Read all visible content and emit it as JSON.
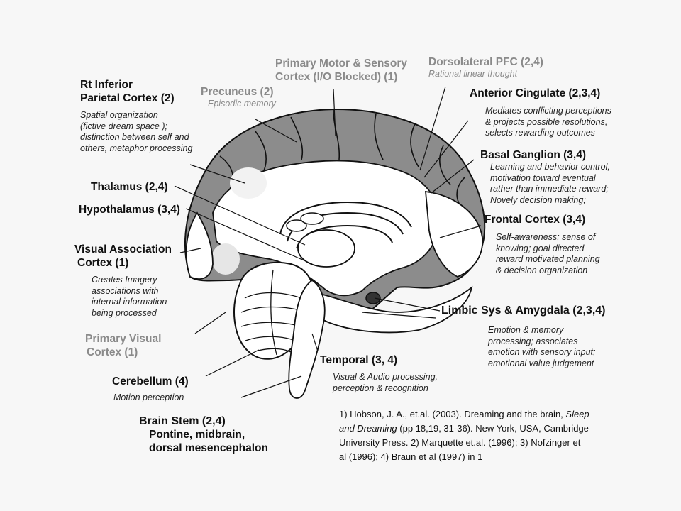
{
  "labels": {
    "rt_inferior": {
      "title_lines": [
        "Rt Inferior",
        "Parietal Cortex   (2)"
      ],
      "desc_lines": [
        "Spatial organization",
        "(fictive dream space );",
        "distinction between self and",
        "others, metaphor processing"
      ]
    },
    "precuneus": {
      "title": "Precuneus (2)",
      "desc": "Episodic memory"
    },
    "primary_motor": {
      "title_lines": [
        "Primary Motor & Sensory",
        "Cortex (I/O Blocked)  (1)"
      ]
    },
    "dorsolateral": {
      "title": "Dorsolateral PFC  (2,4)",
      "desc": "Rational linear thought"
    },
    "anterior_cingulate": {
      "title": "Anterior Cingulate (2,3,4)",
      "desc_lines": [
        "Mediates conflicting perceptions",
        "& projects possible resolutions,",
        "selects rewarding outcomes"
      ]
    },
    "basal_ganglion": {
      "title": "Basal Ganglion (3,4)",
      "desc_lines": [
        "Learning  and behavior control,",
        "motivation toward eventual",
        "rather than immediate reward;",
        "Novely decision making;"
      ]
    },
    "thalamus": {
      "title": "Thalamus (2,4)"
    },
    "hypothalamus": {
      "title": "Hypothalamus  (3,4)"
    },
    "frontal_cortex": {
      "title": "Frontal Cortex  (3,4)",
      "desc_lines": [
        "Self-awareness; sense of",
        "knowing; goal directed",
        "reward motivated planning",
        "& decision  organization"
      ]
    },
    "visual_association": {
      "title_lines": [
        "Visual Association",
        "Cortex  (1)"
      ],
      "desc_lines": [
        "Creates Imagery",
        "associations with",
        "internal information",
        "being processed"
      ]
    },
    "limbic": {
      "title": "Limbic Sys & Amygdala (2,3,4)",
      "desc_lines": [
        "Emotion & memory",
        "processing; associates",
        "emotion with sensory input;",
        "emotional value judgement"
      ]
    },
    "primary_visual": {
      "title_lines": [
        "Primary Visual",
        "Cortex (1)"
      ]
    },
    "temporal": {
      "title": "Temporal (3, 4)",
      "desc_lines": [
        "Visual & Audio processing,",
        "perception & recognition"
      ]
    },
    "cerebellum": {
      "title": "Cerebellum  (4)",
      "desc": "Motion perception"
    },
    "brain_stem": {
      "title": "Brain Stem (2,4)",
      "sub_lines": [
        "Pontine, midbrain,",
        "dorsal mesencephalon"
      ]
    }
  },
  "references": {
    "line1_pre": "1) Hobson, J. A.,    et.al. (2003). Dreaming and the brain, ",
    "line1_it": "Sleep",
    "line2_it": "and Dreaming",
    "line2_post": "  (pp 18,19, 31-36). New York, USA, Cambridge",
    "line3": "University Press.    2) Marquette et.al. (1996);  3) Nofzinger et",
    "line4": "al (1996); 4) Braun et al (1997) in 1"
  },
  "colors": {
    "background": "#f7f7f7",
    "text": "#111111",
    "gray_text": "#8a8a8a",
    "cortex_fill": "#8c8c8c",
    "white_matter": "#ffffff",
    "stroke": "#111111"
  }
}
